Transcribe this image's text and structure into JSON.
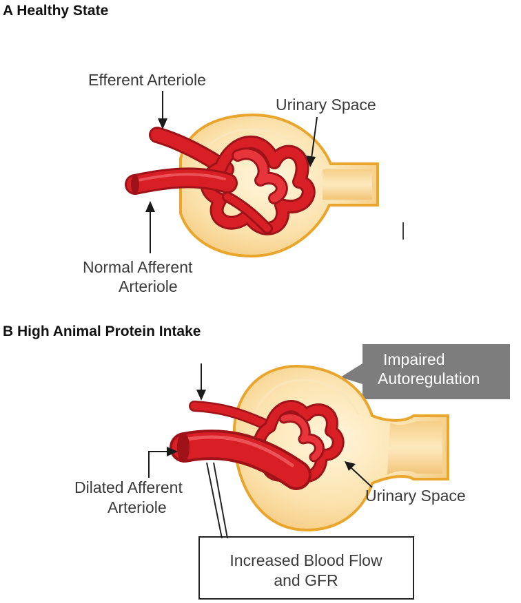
{
  "panel_a": {
    "title": "A Healthy State",
    "efferent_label": "Efferent Arteriole",
    "urinary_label": "Urinary Space",
    "afferent_label_line1": "Normal Afferent",
    "afferent_label_line2": "Arteriole"
  },
  "panel_b": {
    "title": "B High Animal Protein Intake",
    "callout_line1": "Impaired",
    "callout_line2": "Autoregulation",
    "afferent_label_line1": "Dilated Afferent",
    "afferent_label_line2": "Arteriole",
    "urinary_label": "Urinary Space",
    "box_line1": "Increased Blood Flow",
    "box_line2": "and GFR"
  },
  "colors": {
    "capsule_fill": "#f8d89a",
    "capsule_stroke": "#e9a52c",
    "vessel_red": "#d81f26",
    "vessel_dark": "#9e1318",
    "vessel_light": "#f2696d",
    "callout_gray": "#7d7d7d"
  }
}
